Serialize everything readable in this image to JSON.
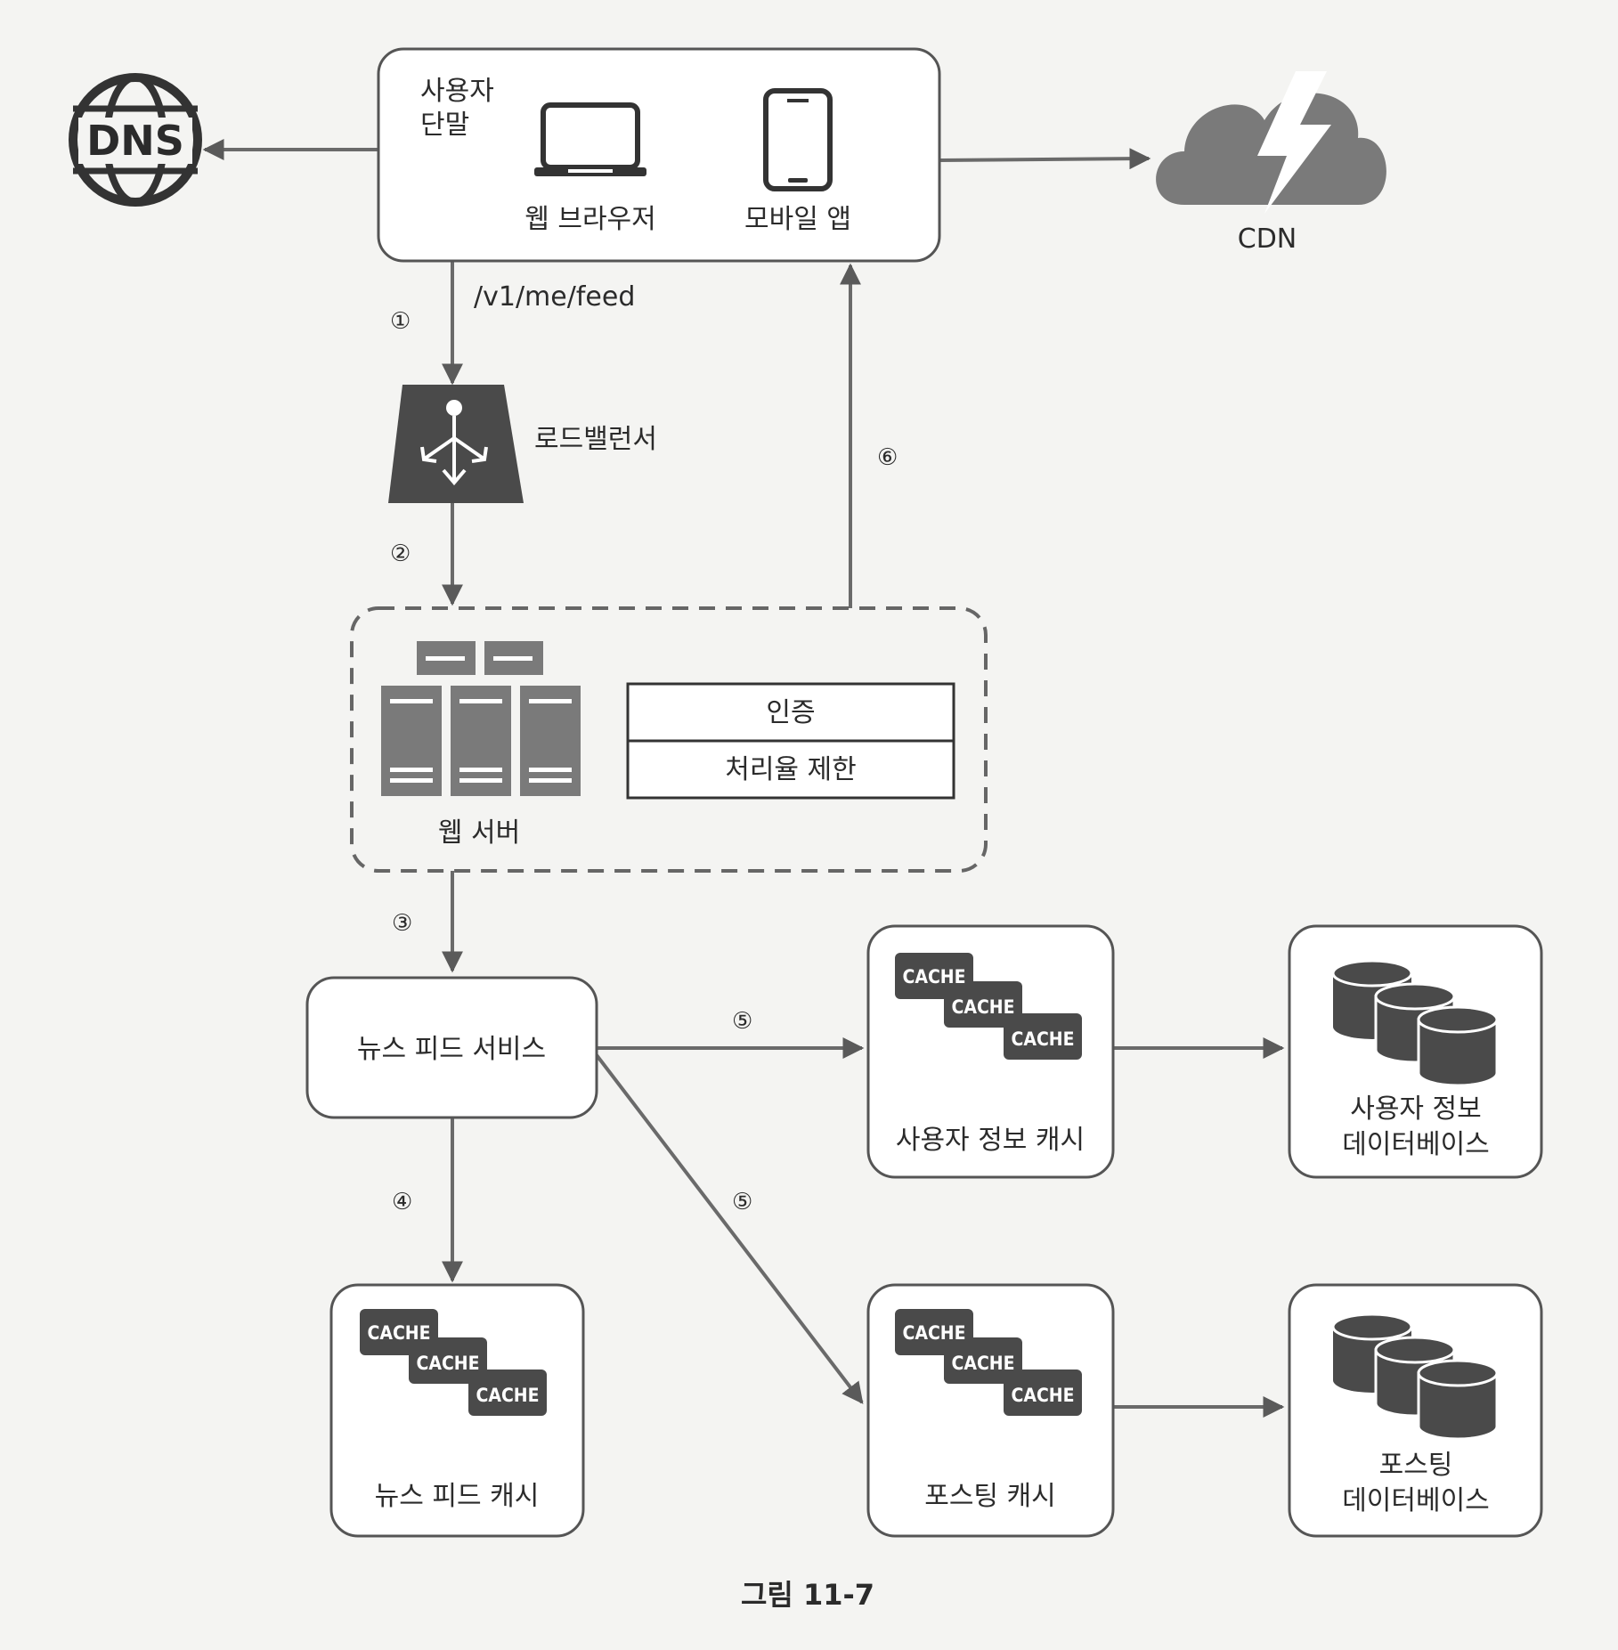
{
  "nodes": {
    "user_device": {
      "title_line1": "사용자",
      "title_line2": "단말",
      "web_browser": "웹 브라우저",
      "mobile_app": "모바일 앱"
    },
    "dns": {
      "label": "DNS"
    },
    "cdn": {
      "label": "CDN"
    },
    "load_balancer": {
      "label": "로드밸런서"
    },
    "web_server": {
      "label": "웹 서버",
      "auth": "인증",
      "rate_limit": "처리율 제한"
    },
    "news_feed_service": {
      "label": "뉴스 피드 서비스"
    },
    "user_info_cache": {
      "label": "사용자 정보 캐시"
    },
    "user_info_db": {
      "line1": "사용자 정보",
      "line2": "데이터베이스"
    },
    "news_feed_cache": {
      "label": "뉴스 피드 캐시"
    },
    "posting_cache": {
      "label": "포스팅 캐시"
    },
    "posting_db": {
      "line1": "포스팅",
      "line2": "데이터베이스"
    }
  },
  "cache_word": "CACHE",
  "edges": {
    "endpoint": "/v1/me/feed",
    "step1": "①",
    "step2": "②",
    "step3": "③",
    "step4": "④",
    "step5a": "⑤",
    "step5b": "⑤",
    "step6": "⑥"
  },
  "caption": "그림 11-7"
}
